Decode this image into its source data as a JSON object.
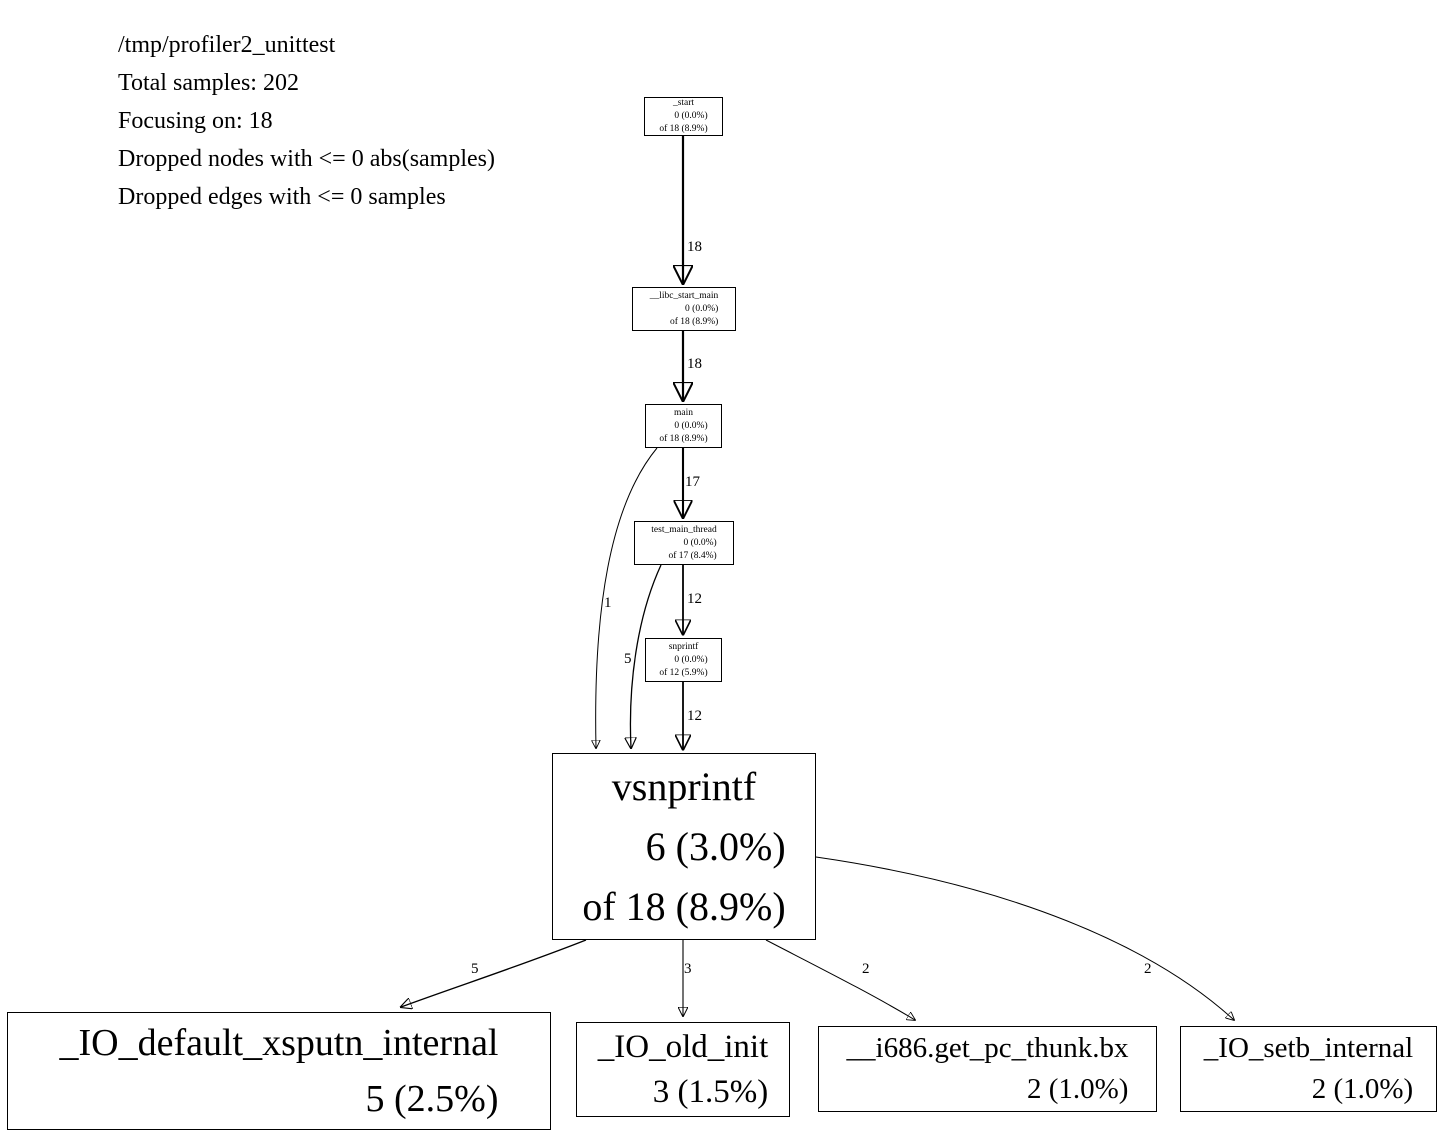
{
  "header": {
    "lines": [
      "/tmp/profiler2_unittest",
      "Total samples: 202",
      "Focusing on: 18",
      "Dropped nodes with <= 0 abs(samples)",
      "Dropped edges with <= 0 samples"
    ]
  },
  "nodes": {
    "start": {
      "name": "_start",
      "self": "0 (0.0%)",
      "total": "of 18 (8.9%)"
    },
    "libc": {
      "name": "__libc_start_main",
      "self": "0 (0.0%)",
      "total": "of 18 (8.9%)"
    },
    "main": {
      "name": "main",
      "self": "0 (0.0%)",
      "total": "of 18 (8.9%)"
    },
    "test": {
      "name": "test_main_thread",
      "self": "0 (0.0%)",
      "total": "of 17 (8.4%)"
    },
    "snprintf": {
      "name": "snprintf",
      "self": "0 (0.0%)",
      "total": "of 12 (5.9%)"
    },
    "vsnprintf": {
      "name": "vsnprintf",
      "self": "6 (3.0%)",
      "total": "of 18 (8.9%)"
    },
    "xsputn": {
      "name": "_IO_default_xsputn_internal",
      "self": "5 (2.5%)"
    },
    "oldinit": {
      "name": "_IO_old_init",
      "self": "3 (1.5%)"
    },
    "thunk": {
      "name": "__i686.get_pc_thunk.bx",
      "self": "2 (1.0%)"
    },
    "setb": {
      "name": "_IO_setb_internal",
      "self": "2 (1.0%)"
    }
  },
  "edges": [
    {
      "from": "_start",
      "to": "__libc_start_main",
      "label": "18"
    },
    {
      "from": "__libc_start_main",
      "to": "main",
      "label": "18"
    },
    {
      "from": "main",
      "to": "test_main_thread",
      "label": "17"
    },
    {
      "from": "test_main_thread",
      "to": "snprintf",
      "label": "12"
    },
    {
      "from": "snprintf",
      "to": "vsnprintf",
      "label": "12"
    },
    {
      "from": "main",
      "to": "vsnprintf",
      "label": "1"
    },
    {
      "from": "test_main_thread",
      "to": "vsnprintf",
      "label": "5"
    },
    {
      "from": "vsnprintf",
      "to": "_IO_default_xsputn_internal",
      "label": "5"
    },
    {
      "from": "vsnprintf",
      "to": "_IO_old_init",
      "label": "3"
    },
    {
      "from": "vsnprintf",
      "to": "__i686.get_pc_thunk.bx",
      "label": "2"
    },
    {
      "from": "vsnprintf",
      "to": "_IO_setb_internal",
      "label": "2"
    }
  ],
  "colors": {
    "background": "#ffffff",
    "node_border": "#000000",
    "text": "#000000"
  }
}
